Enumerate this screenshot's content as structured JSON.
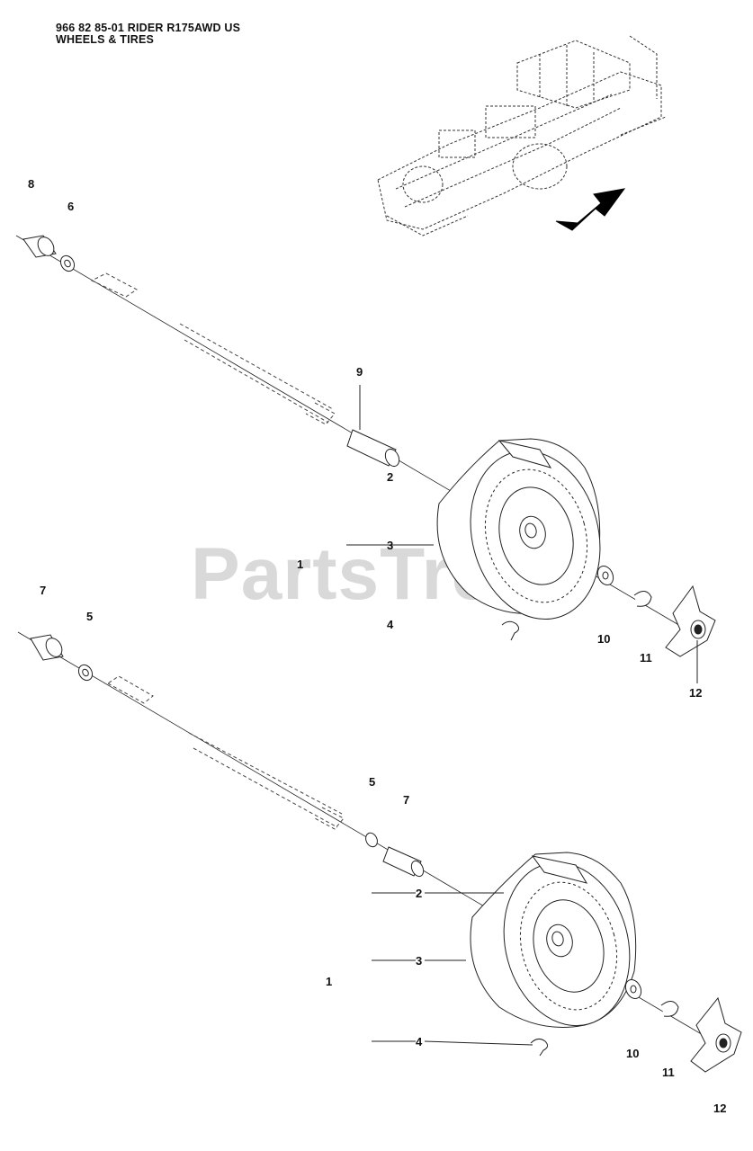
{
  "header": {
    "line1": "966 82 85-01 RIDER R175AWD US",
    "line2": "WHEELS & TIRES"
  },
  "watermark": "PartsTree",
  "callouts_top": {
    "n8": "8",
    "n6": "6",
    "n9": "9",
    "n2": "2",
    "n3": "3",
    "n1": "1",
    "n7": "7",
    "n5": "5",
    "n4": "4",
    "n10": "10",
    "n11": "11",
    "n12": "12"
  },
  "callouts_bottom": {
    "n5": "5",
    "n7": "7",
    "n2": "2",
    "n3": "3",
    "n1": "1",
    "n4": "4",
    "n10": "10",
    "n11": "11",
    "n12": "12"
  },
  "colors": {
    "ink": "#111111",
    "watermark": "#d9d9d9",
    "arrow": "#000000"
  }
}
